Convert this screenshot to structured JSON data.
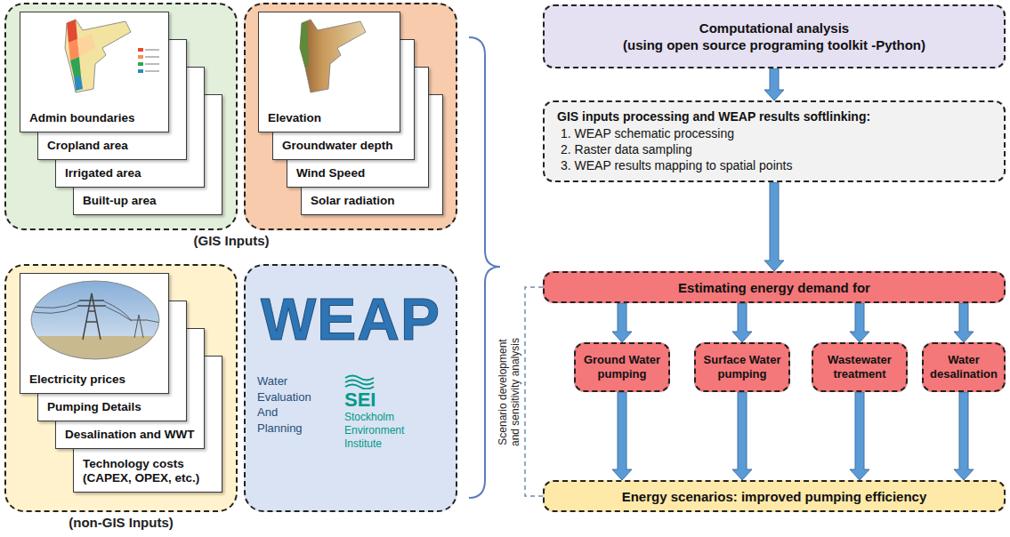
{
  "diagram": {
    "nodes": [
      {
        "text": [
          "Admin boundaries"
        ]
      },
      {
        "text": [
          "Cropland area"
        ]
      },
      {
        "text": [
          "Irrigated area"
        ]
      },
      {
        "text": [
          "Built-up area"
        ]
      },
      {
        "text": [
          "Elevation"
        ]
      },
      {
        "text": [
          "Groundwater depth"
        ]
      },
      {
        "text": [
          "Wind Speed"
        ]
      },
      {
        "text": [
          "Solar radiation"
        ]
      },
      {
        "text": [
          "Electricity prices"
        ]
      },
      {
        "text": [
          "Pumping Details"
        ]
      },
      {
        "text": [
          "Desalination and WWT"
        ]
      },
      {
        "text": [
          "Technology costs (CAPEX, OPEX, etc.)"
        ]
      },
      {
        "text": [
          "WEAP",
          "Water Evaluation And Planning",
          "SEI",
          "Stockholm Environment Institute"
        ]
      },
      {
        "text": [
          "Computational analysis",
          "(using open source programing toolkit -Python)"
        ]
      },
      {
        "text": [
          "GIS inputs processing and WEAP results softlinking:",
          "1. WEAP schematic processing",
          "2. Raster data sampling",
          "3. WEAP results mapping to spatial points"
        ]
      },
      {
        "text": [
          "Estimating energy demand for"
        ]
      },
      {
        "text": [
          "Ground Water pumping"
        ]
      },
      {
        "text": [
          "Surface Water pumping"
        ]
      },
      {
        "text": [
          "Wastewater treatment"
        ]
      },
      {
        "text": [
          "Water desalination"
        ]
      },
      {
        "text": [
          "Energy scenarios: improved pumping efficiency"
        ]
      }
    ],
    "edges": [
      {
        "from": 13,
        "to": 14,
        "arrow": "to"
      },
      {
        "from": 14,
        "to": 15,
        "arrow": "to"
      },
      {
        "from": 15,
        "to": 16,
        "arrow": "to"
      },
      {
        "from": 15,
        "to": 17,
        "arrow": "to"
      },
      {
        "from": 15,
        "to": 18,
        "arrow": "to"
      },
      {
        "from": 15,
        "to": 19,
        "arrow": "to"
      },
      {
        "from": 16,
        "to": 20,
        "arrow": "to"
      },
      {
        "from": 17,
        "to": 20,
        "arrow": "to"
      },
      {
        "from": 18,
        "to": 20,
        "arrow": "to"
      },
      {
        "from": 19,
        "to": 20,
        "arrow": "to"
      },
      {
        "from": 15,
        "to": 20,
        "label": "Scenario development and sensitivity analysis",
        "arrow": "none"
      }
    ],
    "labels": [
      "(GIS Inputs)",
      "(non-GIS Inputs)"
    ]
  }
}
